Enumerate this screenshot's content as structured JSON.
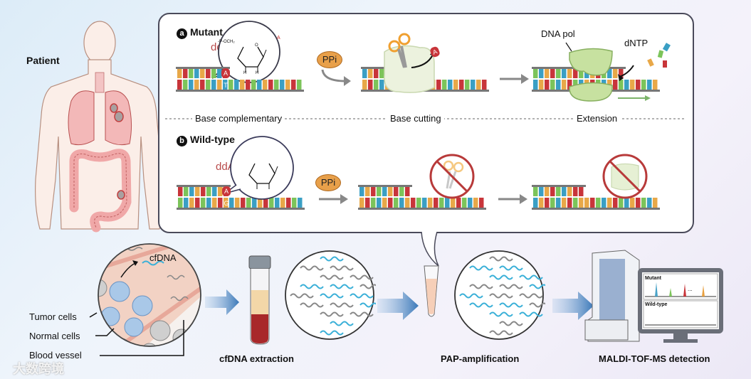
{
  "patient": {
    "label": "Patient",
    "zoom_labels": {
      "cfdna": "cfDNA",
      "tumor_cells": "Tumor cells",
      "normal_cells": "Normal cells",
      "blood_vessel": "Blood vessel"
    }
  },
  "panel_a": {
    "letter": "a",
    "title": "Mutant",
    "ddA": "ddA",
    "ppi": "PPi",
    "dna_pol": "DNA pol",
    "dntp": "dNTP",
    "base_mismatch_top": "A",
    "base_mismatch_bottom": "T",
    "cut_base": "A"
  },
  "steps": {
    "base_complementary": "Base complementary",
    "base_cutting": "Base cutting",
    "extension": "Extension"
  },
  "panel_b": {
    "letter": "b",
    "title": "Wild-type",
    "ddA": "ddA",
    "ppi": "PPi",
    "base_top": "A",
    "base_bottom": "G"
  },
  "chem": {
    "phosphate": "-P-OCH₂",
    "oxygen": "O",
    "base": "A",
    "h1": "H",
    "h2": "H"
  },
  "workflow": {
    "cfdna_extraction": "cfDNA extraction",
    "pap_amplification": "PAP-amplification",
    "maldi": "MALDI-TOF-MS detection"
  },
  "monitor": {
    "mutant_label": "Mutant",
    "wildtype_label": "Wild-type",
    "ellipsis": "...",
    "peak_colors": [
      "#4aa3c8",
      "#7cc45a",
      "#c8353a",
      "#e8a040"
    ]
  },
  "watermark": "大数跨境",
  "colors": {
    "base_blue": "#3a9fc4",
    "base_green": "#7cc45a",
    "base_red": "#c8353a",
    "base_orange": "#e8a848",
    "ppi": "#e8a04a",
    "ddA": "#b84a4a",
    "forbid": "#b83a3a",
    "pol_green": "#c7e1a0"
  }
}
